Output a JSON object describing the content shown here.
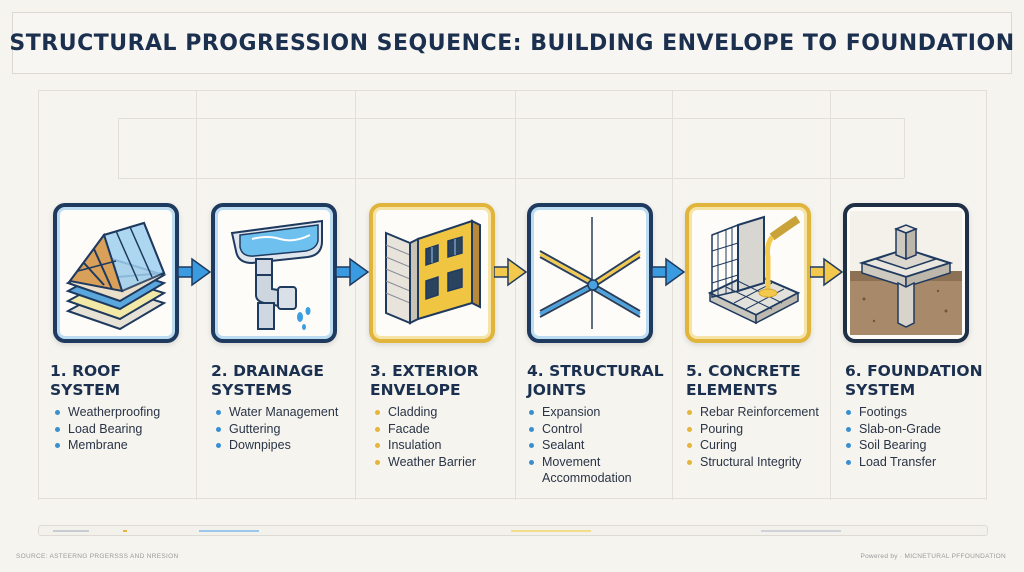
{
  "title": "STRUCTURAL PROGRESSION SEQUENCE: BUILDING ENVELOPE TO FOUNDATION",
  "steps": [
    {
      "title_line1": "1. ROOF",
      "title_line2": "SYSTEM",
      "icon": "roof-layers-icon",
      "bullets": [
        "Weatherproofing",
        "Load Bearing",
        "Membrane"
      ],
      "bullet_color": "#3a8fd0"
    },
    {
      "title_line1": "2. DRAINAGE",
      "title_line2": "SYSTEMS",
      "icon": "gutter-downpipe-icon",
      "bullets": [
        "Water Management",
        "Guttering",
        "Downpipes"
      ],
      "bullet_color": "#3a8fd0"
    },
    {
      "title_line1": "3. EXTERIOR",
      "title_line2": "ENVELOPE",
      "icon": "wall-facade-icon",
      "bullets": [
        "Cladding",
        "Facade",
        "Insulation",
        "Weather Barrier"
      ],
      "bullet_color": "#e5b53a"
    },
    {
      "title_line1": "4. STRUCTURAL",
      "title_line2": "JOINTS",
      "icon": "joint-intersection-icon",
      "bullets": [
        "Expansion",
        "Control",
        "Sealant",
        "Movement",
        "Accommodation"
      ],
      "bullet_color": "#3a8fd0"
    },
    {
      "title_line1": "5. CONCRETE",
      "title_line2": "ELEMENTS",
      "icon": "concrete-pour-icon",
      "bullets": [
        "Rebar Reinforcement",
        "Pouring",
        "Curing",
        "Structural Integrity"
      ],
      "bullet_color": "#e5b53a"
    },
    {
      "title_line1": "6. FOUNDATION",
      "title_line2": "SYSTEM",
      "icon": "footing-column-icon",
      "bullets": [
        "Footings",
        "Slab-on-Grade",
        "Soil Bearing",
        "Load Transfer"
      ],
      "bullet_color": "#3a8fd0"
    }
  ],
  "footer": {
    "left": "SOURCE: ASTEERNG PRGERSSS AND NRESION",
    "right": "Powered by · MICNETURAL PFFOUNDATION"
  },
  "colors": {
    "navy": "#1f3a5f",
    "accent_blue": "#3a8fd0",
    "accent_gold": "#e5b53a"
  }
}
